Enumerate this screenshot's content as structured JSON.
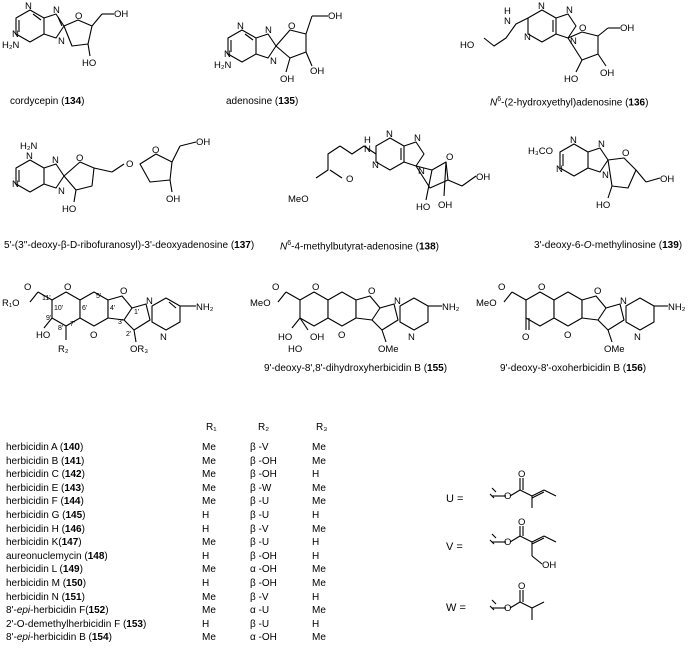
{
  "captions": {
    "c134": {
      "name": "cordycepin (",
      "num": "134",
      "close": ")"
    },
    "c135": {
      "name": "adenosine (",
      "num": "135",
      "close": ")"
    },
    "c136": {
      "pre": "N",
      "sup": "6",
      "name": "-(2-hydroxyethyl)adenosine (",
      "num": "136",
      "close": ")"
    },
    "c137": {
      "name": "5'-(3''-deoxy-β-D-ribofuranosyl)-3'-deoxyadenosine (",
      "num": "137",
      "close": ")"
    },
    "c138": {
      "pre": "N",
      "sup": "6",
      "name": "-4-methylbutyrat-adenosine (",
      "num": "138",
      "close": ")"
    },
    "c139": {
      "name": "3'-deoxy-6-",
      "italic": "O",
      "name2": "-methylinosine (",
      "num": "139",
      "close": ")"
    },
    "c155": {
      "name": "9'-deoxy-8',8'-dihydroxyherbicidin B (",
      "num": "155",
      "close": ")"
    },
    "c156": {
      "name": "9'-deoxy-8'-oxoherbicidin B (",
      "num": "156",
      "close": ")"
    }
  },
  "atoms": {
    "N": "N",
    "O": "O",
    "H2N": "H₂N",
    "NH2": "NH₂",
    "OH": "OH",
    "HO": "HO",
    "H": "H",
    "OMe": "OMe",
    "MeO": "MeO",
    "OCH3": "H₃CO",
    "R1O": "R₁O",
    "R2": "R₂",
    "OR3": "OR₃"
  },
  "positions": {
    "p11": "11'",
    "p10": "10'",
    "p9": "9'",
    "p8": "8'",
    "p7": "7'",
    "p6": "6'",
    "p5": "5'",
    "p4": "4'",
    "p3": "3'",
    "p2": "2'",
    "p1": "1'"
  },
  "table": {
    "headers": {
      "r1": "R₁",
      "r2": "R₂",
      "r3": "R₃"
    },
    "rows": [
      {
        "name": "herbicidin A (",
        "num": "140",
        "close": ")",
        "r1": "Me",
        "r2": "β -V",
        "r3": "Me"
      },
      {
        "name": "herbicidin B (",
        "num": "141",
        "close": ")",
        "r1": "Me",
        "r2": "β -OH",
        "r3": "Me"
      },
      {
        "name": "herbicidin C (",
        "num": "142",
        "close": ")",
        "r1": "Me",
        "r2": "β -OH",
        "r3": "H"
      },
      {
        "name": "herbicidin E (",
        "num": "143",
        "close": ")",
        "r1": "Me",
        "r2": "β -W",
        "r3": "Me"
      },
      {
        "name": "herbicidin F (",
        "num": "144",
        "close": ")",
        "r1": "Me",
        "r2": "β -U",
        "r3": "Me"
      },
      {
        "name": "herbicidin G (",
        "num": "145",
        "close": ")",
        "r1": "H",
        "r2": "β -U",
        "r3": "H"
      },
      {
        "name": "herbicidin H (",
        "num": "146",
        "close": ")",
        "r1": "H",
        "r2": "β -V",
        "r3": "Me"
      },
      {
        "name": "herbicidin K(",
        "num": "147",
        "close": ")",
        "r1": "Me",
        "r2": "β -U",
        "r3": "H"
      },
      {
        "name": "aureonuclemycin (",
        "num": "148",
        "close": ")",
        "r1": "H",
        "r2": "β -OH",
        "r3": "H"
      },
      {
        "name": "herbicidin L (",
        "num": "149",
        "close": ")",
        "r1": "Me",
        "r2": "α -OH",
        "r3": "Me"
      },
      {
        "name": "herbicidin M (",
        "num": "150",
        "close": ")",
        "r1": "H",
        "r2": "β -OH",
        "r3": "Me"
      },
      {
        "name": "herbicidin N (",
        "num": "151",
        "close": ")",
        "r1": "Me",
        "r2": "β -V",
        "r3": "H"
      },
      {
        "name": "8'-",
        "italic": "epi",
        "name2": "-herbicidin F(",
        "num": "152",
        "close": ")",
        "r1": "Me",
        "r2": "α -U",
        "r3": "Me"
      },
      {
        "name": "2'-O-demethylherbicidin F (",
        "num": "153",
        "close": ")",
        "r1": "H",
        "r2": "β -U",
        "r3": "H"
      },
      {
        "name": "8'-",
        "italic": "epi",
        "name2": "-herbicidin B (",
        "num": "154",
        "close": ")",
        "r1": "Me",
        "r2": "α -OH",
        "r3": "Me"
      }
    ]
  },
  "substituents": {
    "U": "U  =",
    "V": "V  =",
    "W": "W  ="
  }
}
